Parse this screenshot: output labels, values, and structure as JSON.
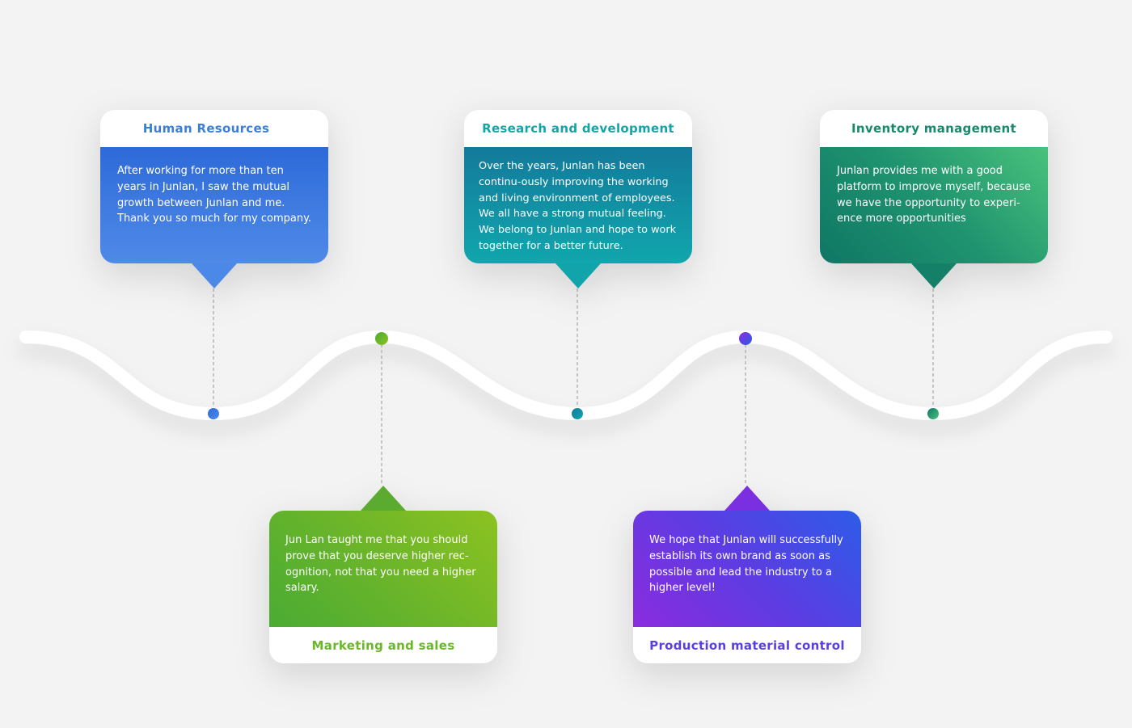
{
  "colors": {
    "background": "#f3f3f3",
    "wave": "#ffffff",
    "hr": "#3b7fd6",
    "marketing": "#6ab82a",
    "rd": "#12a4a7",
    "production": "#5a3fe0",
    "inventory": "#168a6b"
  },
  "cards": {
    "hr": {
      "title": "Human Resources",
      "text": "After working for more than ten years in Junlan, I saw the mutual growth between Junlan and me. Thank you so much for my company."
    },
    "marketing": {
      "title": "Marketing and sales",
      "text": "Jun Lan taught me that you should prove that you deserve higher rec-ognition, not that you need a higher salary."
    },
    "rd": {
      "title": "Research and development",
      "text": "Over the years, Junlan has been continu-ously improving the working and living environment of employees. We all have a strong mutual feeling. We belong to Junlan and hope to work together for a better future."
    },
    "production": {
      "title": "Production material control",
      "text": "We hope that Junlan will successfully establish its own brand as soon as possible and lead the industry to a higher level!"
    },
    "inventory": {
      "title": "Inventory management",
      "text": "Junlan provides me with a good platform to improve myself, because we have the opportunity to experi-ence more opportunities"
    }
  },
  "markers": [
    {
      "id": "hr",
      "color": "#3a78d8"
    },
    {
      "id": "marketing",
      "color": "#7ab82c"
    },
    {
      "id": "rd",
      "color": "#14999c"
    },
    {
      "id": "production",
      "color": "#5a45e0"
    },
    {
      "id": "inventory",
      "color": "#168a62"
    }
  ]
}
